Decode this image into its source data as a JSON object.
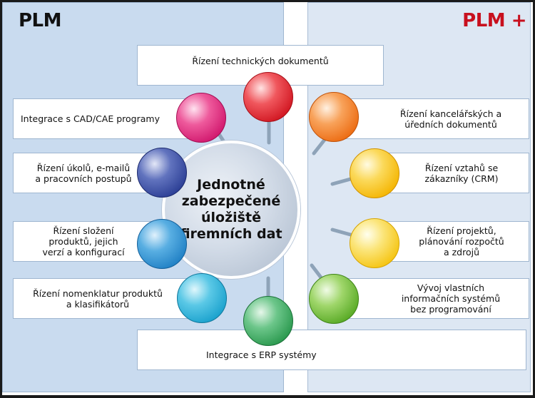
{
  "titles": {
    "left": "PLM",
    "right": "PLM +",
    "right_color": "#c8101e"
  },
  "hub": {
    "text": "Jednotné\nzabezpečené\núložiště\nfiremních dat"
  },
  "left_items": [
    {
      "label": "Řízení technických dokumentů",
      "color": "#e0202a",
      "ball": "red"
    },
    {
      "label": "Integrace s CAD/CAE programy",
      "color": "#d81b72",
      "ball": "magenta"
    },
    {
      "label": "Řízení úkolů, e-mailů\na pracovních postupů",
      "color": "#2a3f95",
      "ball": "dark-blue"
    },
    {
      "label": "Řízení složení\nproduktů, jejich\nverzí a konfigurací",
      "color": "#1f7fc4",
      "ball": "blue"
    },
    {
      "label": "Řízení nomenklatur produktů\na klasifikátorů",
      "color": "#169cc8",
      "ball": "cyan"
    },
    {
      "label": "Integrace s ERP systémy",
      "color": "#24964a",
      "ball": "green"
    }
  ],
  "right_items": [
    {
      "label": "Řízení kancelářských a\núředních dokumentů",
      "color": "#ec6a10",
      "ball": "orange"
    },
    {
      "label": "Řízení vztahů se\nzákazníky (CRM)",
      "color": "#f4b400",
      "ball": "yellow"
    },
    {
      "label": "Řízení projektů,\nplánování rozpočtů\na zdrojů",
      "color": "#f5c30e",
      "ball": "light-yellow"
    },
    {
      "label": "Vývoj vlastních\ninformačních systémů\nbez programování",
      "color": "#56a823",
      "ball": "lime-green"
    }
  ]
}
